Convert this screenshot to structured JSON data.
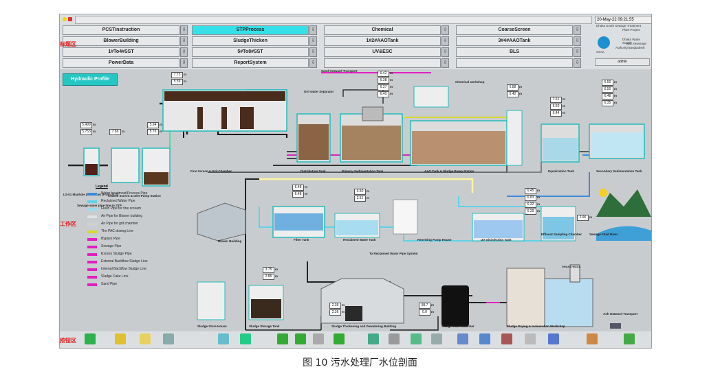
{
  "app": {
    "datetime": "20-May-22 09:21:55",
    "org_lines": [
      "Dhaka South Sewage Treatment",
      "Plant Project",
      "Dhaka Water Supply",
      "and Sewerage",
      "Authority,Bangladesh"
    ],
    "logo_text": "WASA",
    "status_value": "admin"
  },
  "nav": {
    "buttons": [
      {
        "label": "PCSTinstruction"
      },
      {
        "label": "STPProcess",
        "active": true
      },
      {
        "label": "Chemical"
      },
      {
        "label": "CoarseScreen"
      },
      {
        "label": "BlowerBuilding"
      },
      {
        "label": "SludgeThicken"
      },
      {
        "label": "1#2#AAOTank"
      },
      {
        "label": "3#4#AAOTank"
      },
      {
        "label": "1#To4#SST"
      },
      {
        "label": "5#To8#SST"
      },
      {
        "label": "UV&ESC"
      },
      {
        "label": "BLS"
      },
      {
        "label": "PowerData"
      },
      {
        "label": "ReportSystem"
      },
      {
        "label": ""
      },
      {
        "label": ""
      }
    ],
    "area_label": "标题区"
  },
  "main": {
    "hydraulic_button": "Hydraulic Profile",
    "work_area_label": "工作区",
    "control_area_label": "按钮区",
    "readouts": [
      {
        "v": "7.73",
        "u": "m"
      },
      {
        "v": "5.59",
        "u": "m"
      },
      {
        "v": "5.499",
        "u": "m"
      },
      {
        "v": "5.753",
        "u": "m"
      },
      {
        "v": "7.66",
        "u": "m"
      },
      {
        "v": "5.94",
        "u": "m"
      },
      {
        "v": "5.76",
        "u": "m"
      },
      {
        "v": "6.42",
        "u": "m"
      },
      {
        "v": "6.38",
        "u": "m"
      },
      {
        "v": "6.37",
        "u": "m"
      },
      {
        "v": "6.40",
        "u": "m"
      },
      {
        "v": "6.88",
        "u": "m"
      },
      {
        "v": "6.42",
        "u": "m"
      },
      {
        "v": "7.61",
        "u": "m"
      },
      {
        "v": "6.50",
        "u": "m"
      },
      {
        "v": "6.44",
        "u": "m"
      },
      {
        "v": "6.50",
        "u": "m"
      },
      {
        "v": "6.50",
        "u": "m"
      },
      {
        "v": "6.48",
        "u": "m"
      },
      {
        "v": "6.35",
        "u": "m"
      },
      {
        "v": "6.48",
        "u": "m"
      },
      {
        "v": "6.48",
        "u": "m"
      },
      {
        "v": "3.50",
        "u": "m"
      },
      {
        "v": "3.51",
        "u": "m"
      },
      {
        "v": "6.45",
        "u": "m"
      },
      {
        "v": "6.83",
        "u": "m"
      },
      {
        "v": "6.32",
        "u": "m"
      },
      {
        "v": "6.29",
        "u": "m"
      },
      {
        "v": "2.96",
        "u": "m"
      },
      {
        "v": "3.75",
        "u": "m"
      },
      {
        "v": "2.86",
        "u": "m"
      },
      {
        "v": "2.36",
        "u": "m"
      },
      {
        "v": "2.36",
        "u": "m"
      },
      {
        "v": "98.7",
        "u": "m"
      },
      {
        "v": "0.0",
        "u": "m"
      }
    ],
    "labels": [
      "Fine Screen & Grit Chamber",
      "Distribution Tank",
      "Primary Sedimentation Tank",
      "AAO Tank & Sludge Pump Station",
      "Equalization Tank",
      "Secondary Sedimentation Tank",
      "Coarse Screen & Inlet Pump Station",
      "Blower Building",
      "Filter Tank",
      "Reclaimed Water Tank",
      "Reverting Pump House",
      "UV Disinfection Tank",
      "Effluent Sampling Chamber",
      "Sewage Fluid River",
      "Sludge Store House",
      "Sludge Storage Tank",
      "Sludge Thickening and Dewatering Building",
      "Sludge Cake Chamber",
      "Sludge Drying & Incineration Workshop",
      "Chemical workshop",
      "Sand Outward Transport",
      "Grit water Separator",
      "Ash Outward Transport",
      "To Reclaimed Water Pipe System",
      "Sewage water pipe line to STP",
      "LS-01 Manhole (interface) (From SLS)"
    ],
    "legend_title": "Legend",
    "legend": [
      {
        "label": "Water headmost/Process Pipe",
        "color": "#3b8bd9"
      },
      {
        "label": "Reclaimed Water Pipe",
        "color": "#5fd2e8"
      },
      {
        "label": "Flush Pipe for fine scream",
        "color": "#9fd8f0"
      },
      {
        "label": "Air Pipe for Blower building",
        "color": "#e0e0e0"
      },
      {
        "label": "Air Pipe for grit chamber",
        "color": "#d0d0d0"
      },
      {
        "label": "The PAC dosing Line",
        "color": "#d8d830"
      },
      {
        "label": "Bypass Pipe",
        "color": "#e020c0"
      },
      {
        "label": "Sewage Pipe",
        "color": "#e020c0"
      },
      {
        "label": "Excess Sludge Pipe",
        "color": "#e020c0"
      },
      {
        "label": "External Backflow Sludge Line",
        "color": "#e020c0"
      },
      {
        "label": "Internal Backflow Sludge Line",
        "color": "#e020c0"
      },
      {
        "label": "Sludge Cake Line",
        "color": "#e020c0"
      },
      {
        "label": "Sand Pipe",
        "color": "#e020c0"
      }
    ],
    "building_sign": "DHAKA WASA"
  },
  "caption": "图 10    污水处理厂水位剖面"
}
